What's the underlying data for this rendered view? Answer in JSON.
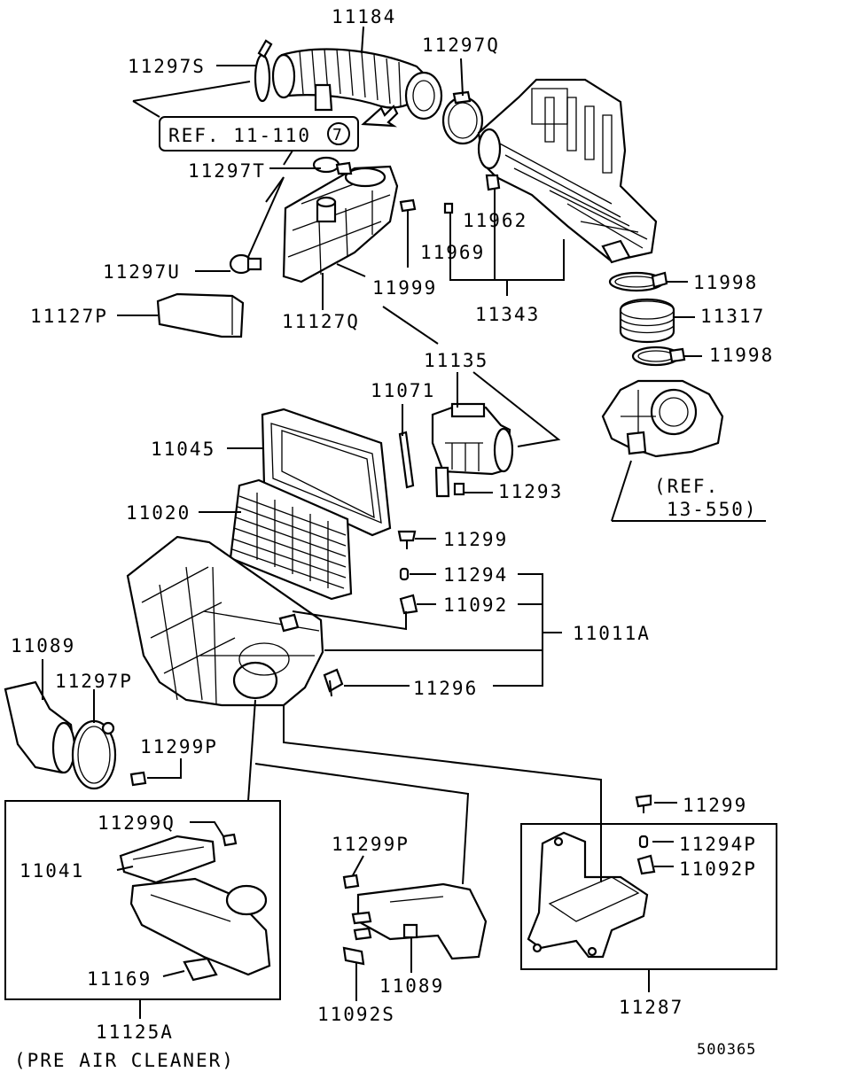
{
  "labels": {
    "p11184": "11184",
    "p11297S": "11297S",
    "p11297Q": "11297Q",
    "ref11110": "REF. 11-110",
    "ref11110_num": "7",
    "p11297T": "11297T",
    "p11962": "11962",
    "p11969": "11969",
    "p11297U": "11297U",
    "p11999": "11999",
    "p11343": "11343",
    "p11998a": "11998",
    "p11127P": "11127P",
    "p11317": "11317",
    "p11127Q": "11127Q",
    "p11998b": "11998",
    "p11135": "11135",
    "p11071": "11071",
    "p11045": "11045",
    "p11293": "11293",
    "ref13550_a": "(REF.",
    "ref13550_b": "13-550)",
    "p11020": "11020",
    "p11299a": "11299",
    "p11294": "11294",
    "p11092": "11092",
    "p11011A": "11011A",
    "p11089a": "11089",
    "p11297P": "11297P",
    "p11296": "11296",
    "p11299P_a": "11299P",
    "p11299b": "11299",
    "p11299Q": "11299Q",
    "p11299P_b": "11299P",
    "p11294P": "11294P",
    "p11041": "11041",
    "p11092P": "11092P",
    "p11169": "11169",
    "p11089b": "11089",
    "p11287": "11287",
    "p11092S": "11092S",
    "p11125A": "11125A",
    "pre_air_cleaner": "(PRE AIR CLEANER)",
    "diagram_code": "500365"
  }
}
